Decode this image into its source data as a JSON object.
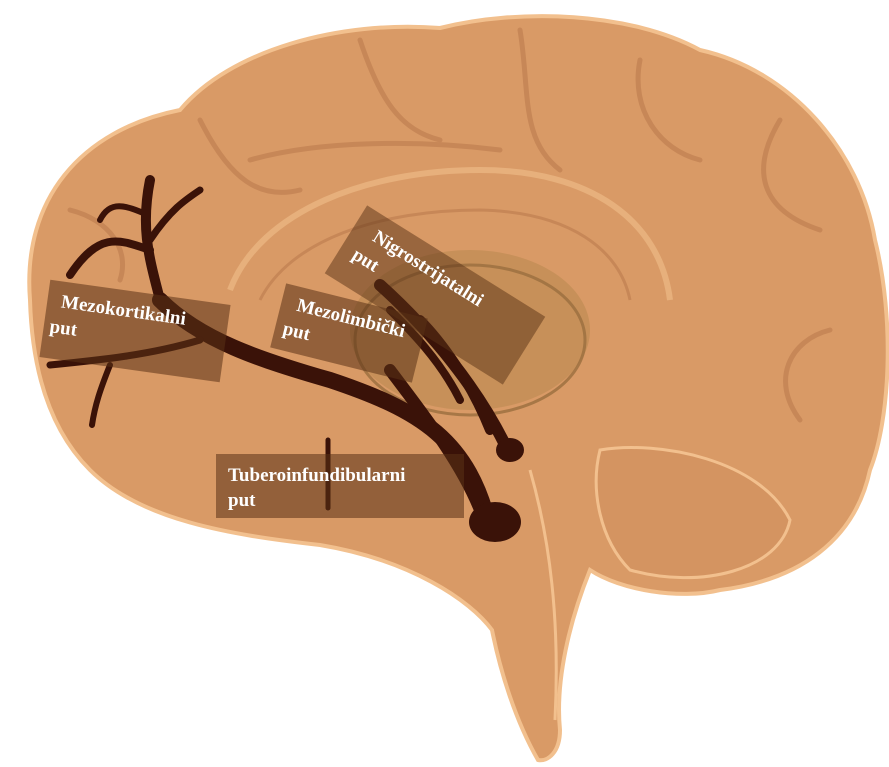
{
  "colors": {
    "background": "#ffffff",
    "brain": "#d99a66",
    "brain_outline": "#f2c08e",
    "fold": "#c78757",
    "pathway": "#3a1208",
    "label_box": "#5a3216",
    "label_text": "#ffffff"
  },
  "labels": {
    "mesocortical": [
      "Mezokortikalni",
      "put"
    ],
    "mesolimbic": [
      "Mezolimbički",
      "put"
    ],
    "nigrostriatal": [
      "Nigrostrijatalni",
      "put"
    ],
    "tuberoinfundibular": [
      "Tuberoinfundibularni",
      "put"
    ]
  }
}
